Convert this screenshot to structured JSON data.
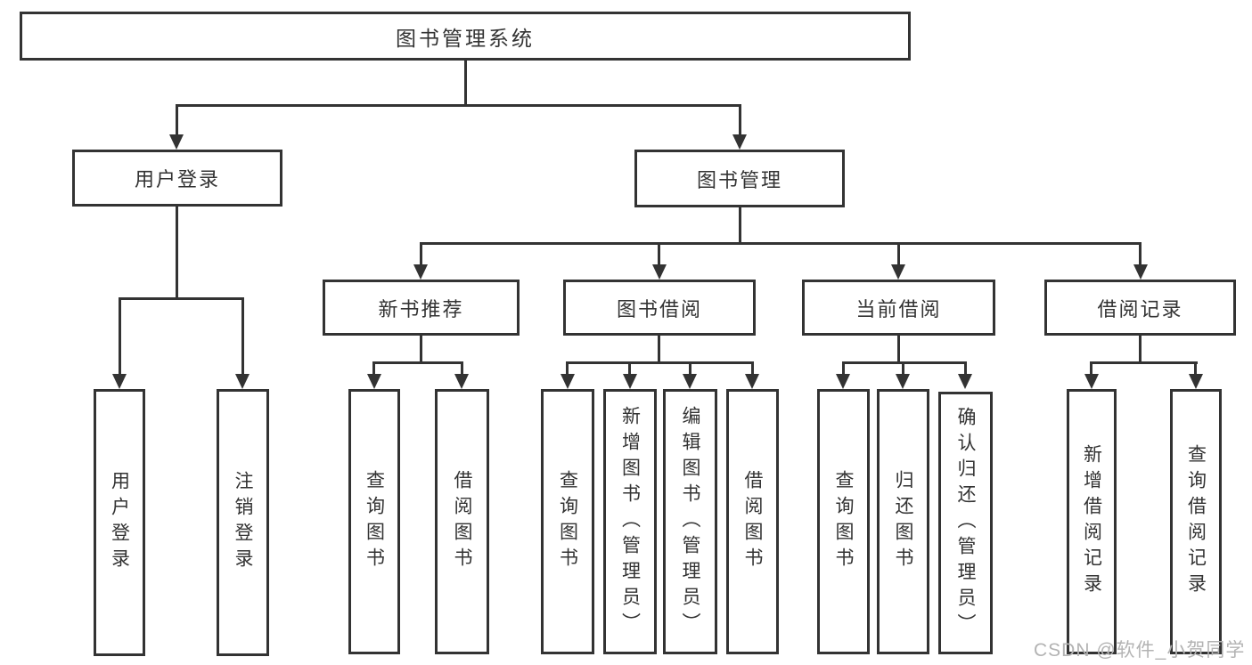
{
  "diagram": {
    "type": "hierarchy",
    "title": "图书管理系统"
  },
  "colors": {
    "line": "#333333",
    "text": "#333333",
    "watermark_text": "#b3b3b3",
    "background": "#ffffff"
  },
  "nodes": {
    "root": {
      "label": "图书管理系统"
    },
    "user_login": {
      "label": "用户登录"
    },
    "book_mgmt": {
      "label": "图书管理"
    },
    "new_book_rec": {
      "label": "新书推荐"
    },
    "book_borrow": {
      "label": "图书借阅"
    },
    "current_borrow": {
      "label": "当前借阅"
    },
    "borrow_record": {
      "label": "借阅记录"
    },
    "login_leaf": {
      "label": "用户登录"
    },
    "logout_leaf": {
      "label": "注销登录"
    },
    "rec_query_books": {
      "label": "查询图书"
    },
    "rec_borrow_books": {
      "label": "借阅图书"
    },
    "bb_query_books": {
      "label": "查询图书"
    },
    "bb_add_books": {
      "label": "新增图书（管理员）"
    },
    "bb_edit_books": {
      "label": "编辑图书（管理员）"
    },
    "bb_borrow_books": {
      "label": "借阅图书"
    },
    "cb_query_books": {
      "label": "查询图书"
    },
    "cb_return_books": {
      "label": "归还图书"
    },
    "cb_confirm_return": {
      "label": "确认归还（管理员）"
    },
    "br_add_record": {
      "label": "新增借阅记录"
    },
    "br_query_record": {
      "label": "查询借阅记录"
    }
  },
  "watermark": {
    "text": "CSDN @软件_小贺同学"
  }
}
